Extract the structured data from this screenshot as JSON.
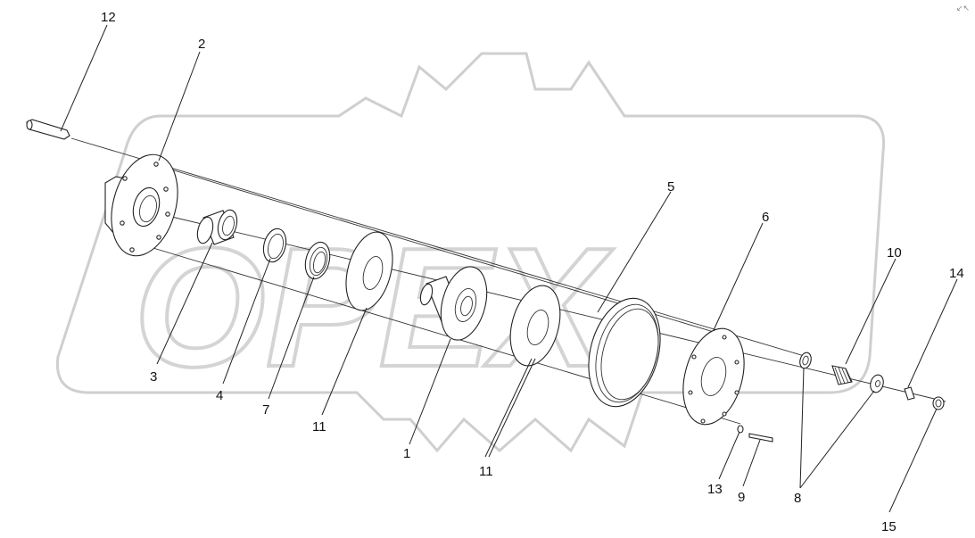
{
  "diagram": {
    "watermark": "OPEX",
    "corner_mark": "↙↖",
    "callouts": [
      {
        "id": "12",
        "text": "12"
      },
      {
        "id": "2",
        "text": "2"
      },
      {
        "id": "3",
        "text": "3"
      },
      {
        "id": "4",
        "text": "4"
      },
      {
        "id": "7",
        "text": "7"
      },
      {
        "id": "11a",
        "text": "11"
      },
      {
        "id": "1",
        "text": "1"
      },
      {
        "id": "11b",
        "text": "11"
      },
      {
        "id": "5",
        "text": "5"
      },
      {
        "id": "6",
        "text": "6"
      },
      {
        "id": "10",
        "text": "10"
      },
      {
        "id": "14",
        "text": "14"
      },
      {
        "id": "13",
        "text": "13"
      },
      {
        "id": "9",
        "text": "9"
      },
      {
        "id": "8",
        "text": "8"
      },
      {
        "id": "15",
        "text": "15"
      }
    ]
  }
}
